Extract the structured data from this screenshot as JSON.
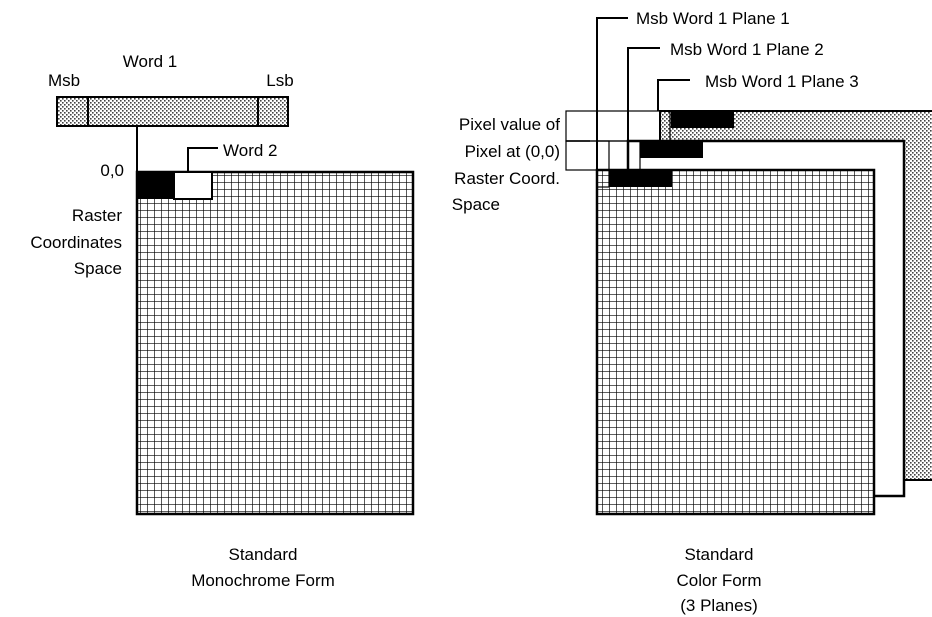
{
  "monochrome": {
    "word1_label": "Word 1",
    "msb_label": "Msb",
    "lsb_label": "Lsb",
    "word2_label": "Word 2",
    "origin_label": "0,0",
    "raster_label": [
      "Raster",
      "Coordinates",
      "Space"
    ],
    "caption": [
      "Standard",
      "Monochrome Form"
    ]
  },
  "color": {
    "plane1_label": "Msb Word 1 Plane 1",
    "plane2_label": "Msb Word 1 Plane 2",
    "plane3_label": "Msb Word 1 Plane 3",
    "pixel_value_label": [
      "Pixel value of",
      "Pixel at (0,0)",
      "Raster Coord.",
      "Space"
    ],
    "caption": [
      "Standard",
      "Color Form",
      "(3 Planes)"
    ]
  }
}
